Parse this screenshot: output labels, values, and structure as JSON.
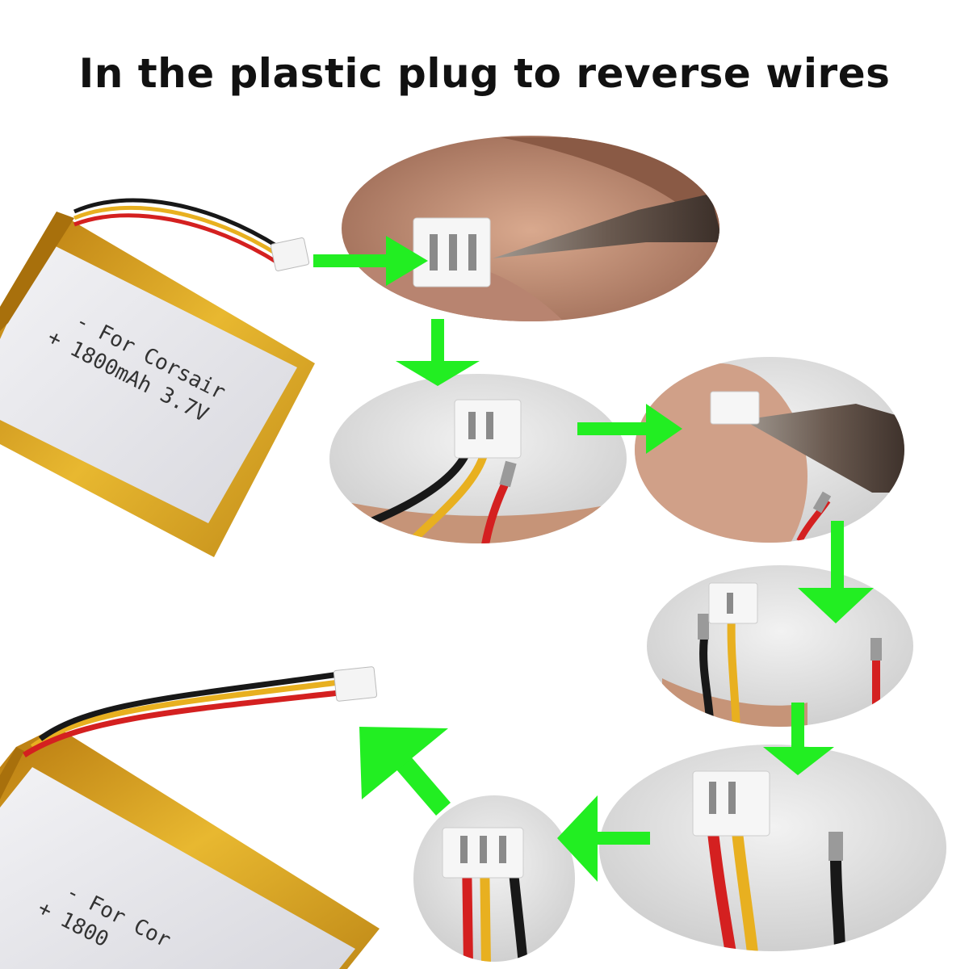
{
  "title": "In the plastic plug to reverse wires",
  "battery_label_line1": "- For Corsair",
  "battery_label_line2": "+ 1800mAh 3.7V",
  "battery_label_bottom_line1": "- For Cor",
  "battery_label_bottom_line2": "+ 1800",
  "colors": {
    "arrow": "#22ee22",
    "battery_gold": "#d9a520",
    "label_silver": "#e6e6ea",
    "wire_red": "#d42020",
    "wire_yellow": "#e8b020",
    "wire_black": "#181818",
    "skin": "#c99a80",
    "connector": "#f4f4f4"
  }
}
